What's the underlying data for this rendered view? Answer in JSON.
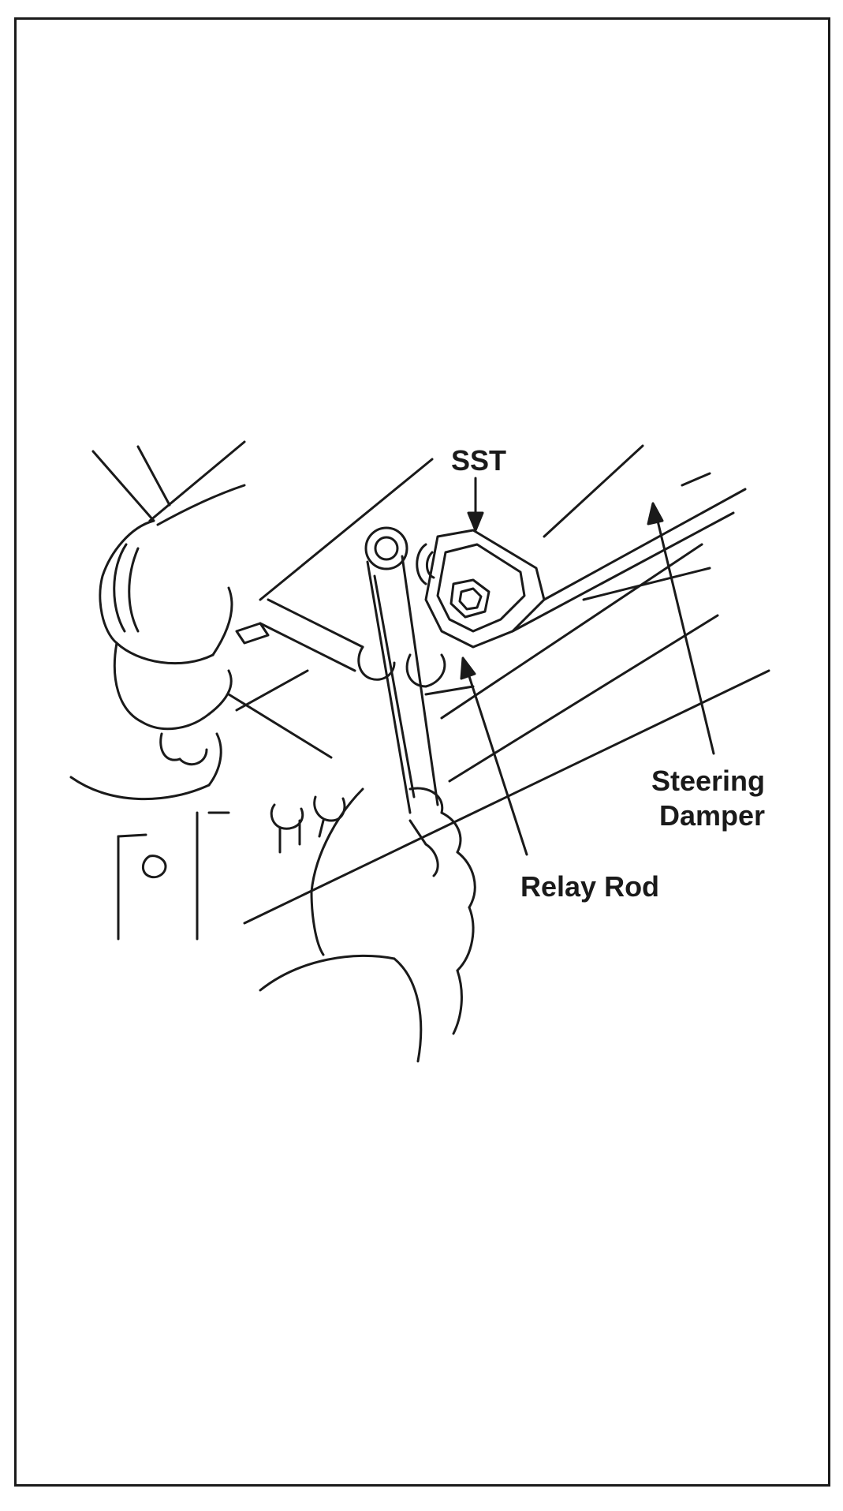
{
  "labels": {
    "sst": "SST",
    "steering_line1": "Steering",
    "steering_line2": "Damper",
    "relay_rod": "Relay Rod"
  },
  "colors": {
    "ink": "#1a1a1a",
    "background": "#ffffff"
  }
}
